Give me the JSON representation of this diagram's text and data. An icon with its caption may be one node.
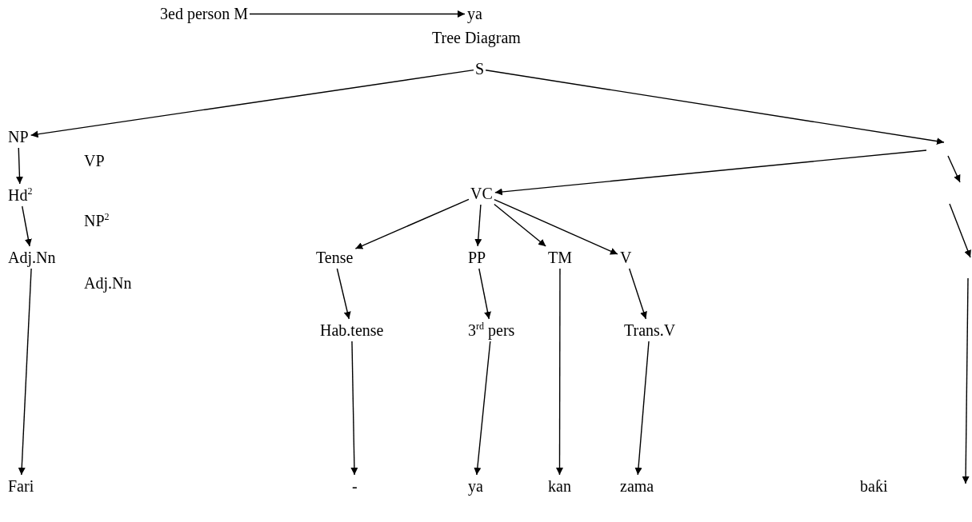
{
  "diagram": {
    "title": "Tree Diagram",
    "nodes": [
      {
        "text": [
          "3ed person M"
        ]
      },
      {
        "text": [
          "ya"
        ]
      },
      {
        "text": [
          "S"
        ]
      },
      {
        "text": [
          "NP"
        ]
      },
      {
        "text": [
          "VP"
        ]
      },
      {
        "text": [
          "Hd$^{2}$"
        ]
      },
      {
        "text": [
          "VC"
        ]
      },
      {
        "text": [
          "NP$^{2}$"
        ]
      },
      {
        "text": [
          "Adj.Nn"
        ]
      },
      {
        "text": [
          "Tense"
        ]
      },
      {
        "text": [
          "PP"
        ]
      },
      {
        "text": [
          "TM"
        ]
      },
      {
        "text": [
          "V"
        ]
      },
      {
        "text": [
          "Adj.Nn"
        ]
      },
      {
        "text": [
          "Hab.tense"
        ]
      },
      {
        "text": [
          "3$^{rd}$ pers"
        ]
      },
      {
        "text": [
          "Trans.V"
        ]
      },
      {
        "text": [
          "Fari"
        ]
      },
      {
        "text": [
          "-"
        ]
      },
      {
        "text": [
          "ya"
        ]
      },
      {
        "text": [
          "kan"
        ]
      },
      {
        "text": [
          "zama"
        ]
      },
      {
        "text": [
          "baƙi"
        ]
      }
    ],
    "edges": [
      {
        "from": 0,
        "to": 1,
        "arrow": "to"
      },
      {
        "from": 2,
        "to": 3,
        "arrow": "to"
      },
      {
        "from": 2,
        "to": null,
        "arrow": "to"
      },
      {
        "from": null,
        "to": 6,
        "arrow": "to"
      },
      {
        "from": 3,
        "to": 5,
        "arrow": "to"
      },
      {
        "from": 5,
        "to": 8,
        "arrow": "to"
      },
      {
        "from": 8,
        "to": 17,
        "arrow": "to"
      },
      {
        "from": 6,
        "to": 9,
        "arrow": "to"
      },
      {
        "from": 6,
        "to": 10,
        "arrow": "to"
      },
      {
        "from": 6,
        "to": 11,
        "arrow": "to"
      },
      {
        "from": 6,
        "to": 12,
        "arrow": "to"
      },
      {
        "from": 9,
        "to": 14,
        "arrow": "to"
      },
      {
        "from": 10,
        "to": 15,
        "arrow": "to"
      },
      {
        "from": 12,
        "to": 16,
        "arrow": "to"
      },
      {
        "from": 14,
        "to": 18,
        "arrow": "to"
      },
      {
        "from": 15,
        "to": 19,
        "arrow": "to"
      },
      {
        "from": 11,
        "to": 20,
        "arrow": "to"
      },
      {
        "from": 16,
        "to": 21,
        "arrow": "to"
      }
    ]
  }
}
